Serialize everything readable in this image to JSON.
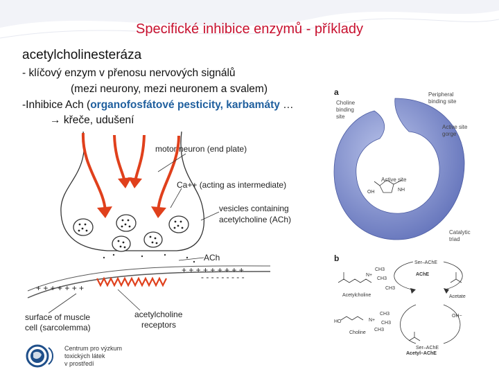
{
  "title": "Specifické inhibice enzymů - příklady",
  "heading": "acetylcholinesteráza",
  "lines": {
    "line1": "- klíčový enzym v přenosu nervových signálů",
    "line2": "(mezi neurony, mezi neuronem a svalem)",
    "line3_pre": "-Inhibice Ach (",
    "line3_highlight": "organofosfátové pesticity, karbamáty",
    "line3_post": " …",
    "line4": "křeče, udušení"
  },
  "diagram": {
    "motor_neuron": "motor neuron (end plate)",
    "calcium": "Ca++ (acting as intermediate)",
    "vesicles_1": "vesicles containing",
    "vesicles_2": "acetylcholine (ACh)",
    "ach": "ACh",
    "surface_1": "surface of muscle",
    "surface_2": "cell (sarcolemma)",
    "receptors_1": "acetylcholine",
    "receptors_2": "receptors",
    "charges_top": "+ + + + + + + + +",
    "charges_left": "+ + + + + + +",
    "charges_bottom": "- - - - - - - - -"
  },
  "structure": {
    "panel_a": "a",
    "panel_b": "b",
    "peripheral_1": "Peripheral",
    "peripheral_2": "binding site",
    "choline_1": "Choline",
    "choline_2": "binding",
    "choline_3": "site",
    "gorge_1": "Active site",
    "gorge_2": "gorge",
    "active_site": "Active site",
    "catalytic_1": "Catalytic",
    "catalytic_2": "triad",
    "oh": "OH",
    "nh": "NH",
    "dash": "-",
    "ser_ache": "Ser–AChE",
    "ache": "AChE",
    "acetylcholine": "Acetylcholine",
    "acetate": "Acetate",
    "choline": "Choline",
    "acetyl_ache": "Acetyl–AChE",
    "ch3_a": "CH3",
    "ch3_b": "CH3",
    "ch3_c": "CH3",
    "ch3_d": "CH3",
    "ch3_e": "CH3",
    "ch3_f": "CH3",
    "n_plus": "N+",
    "oh_minus": "OH−",
    "ho_label": "HO"
  },
  "logo": {
    "line1": "Centrum pro výzkum",
    "line2": "toxických látek",
    "line3": "v prostředí"
  },
  "colors": {
    "title": "#c8102e",
    "highlight": "#1f5f9e",
    "arrows": "#e0401c",
    "protein": "#7f8fca"
  }
}
